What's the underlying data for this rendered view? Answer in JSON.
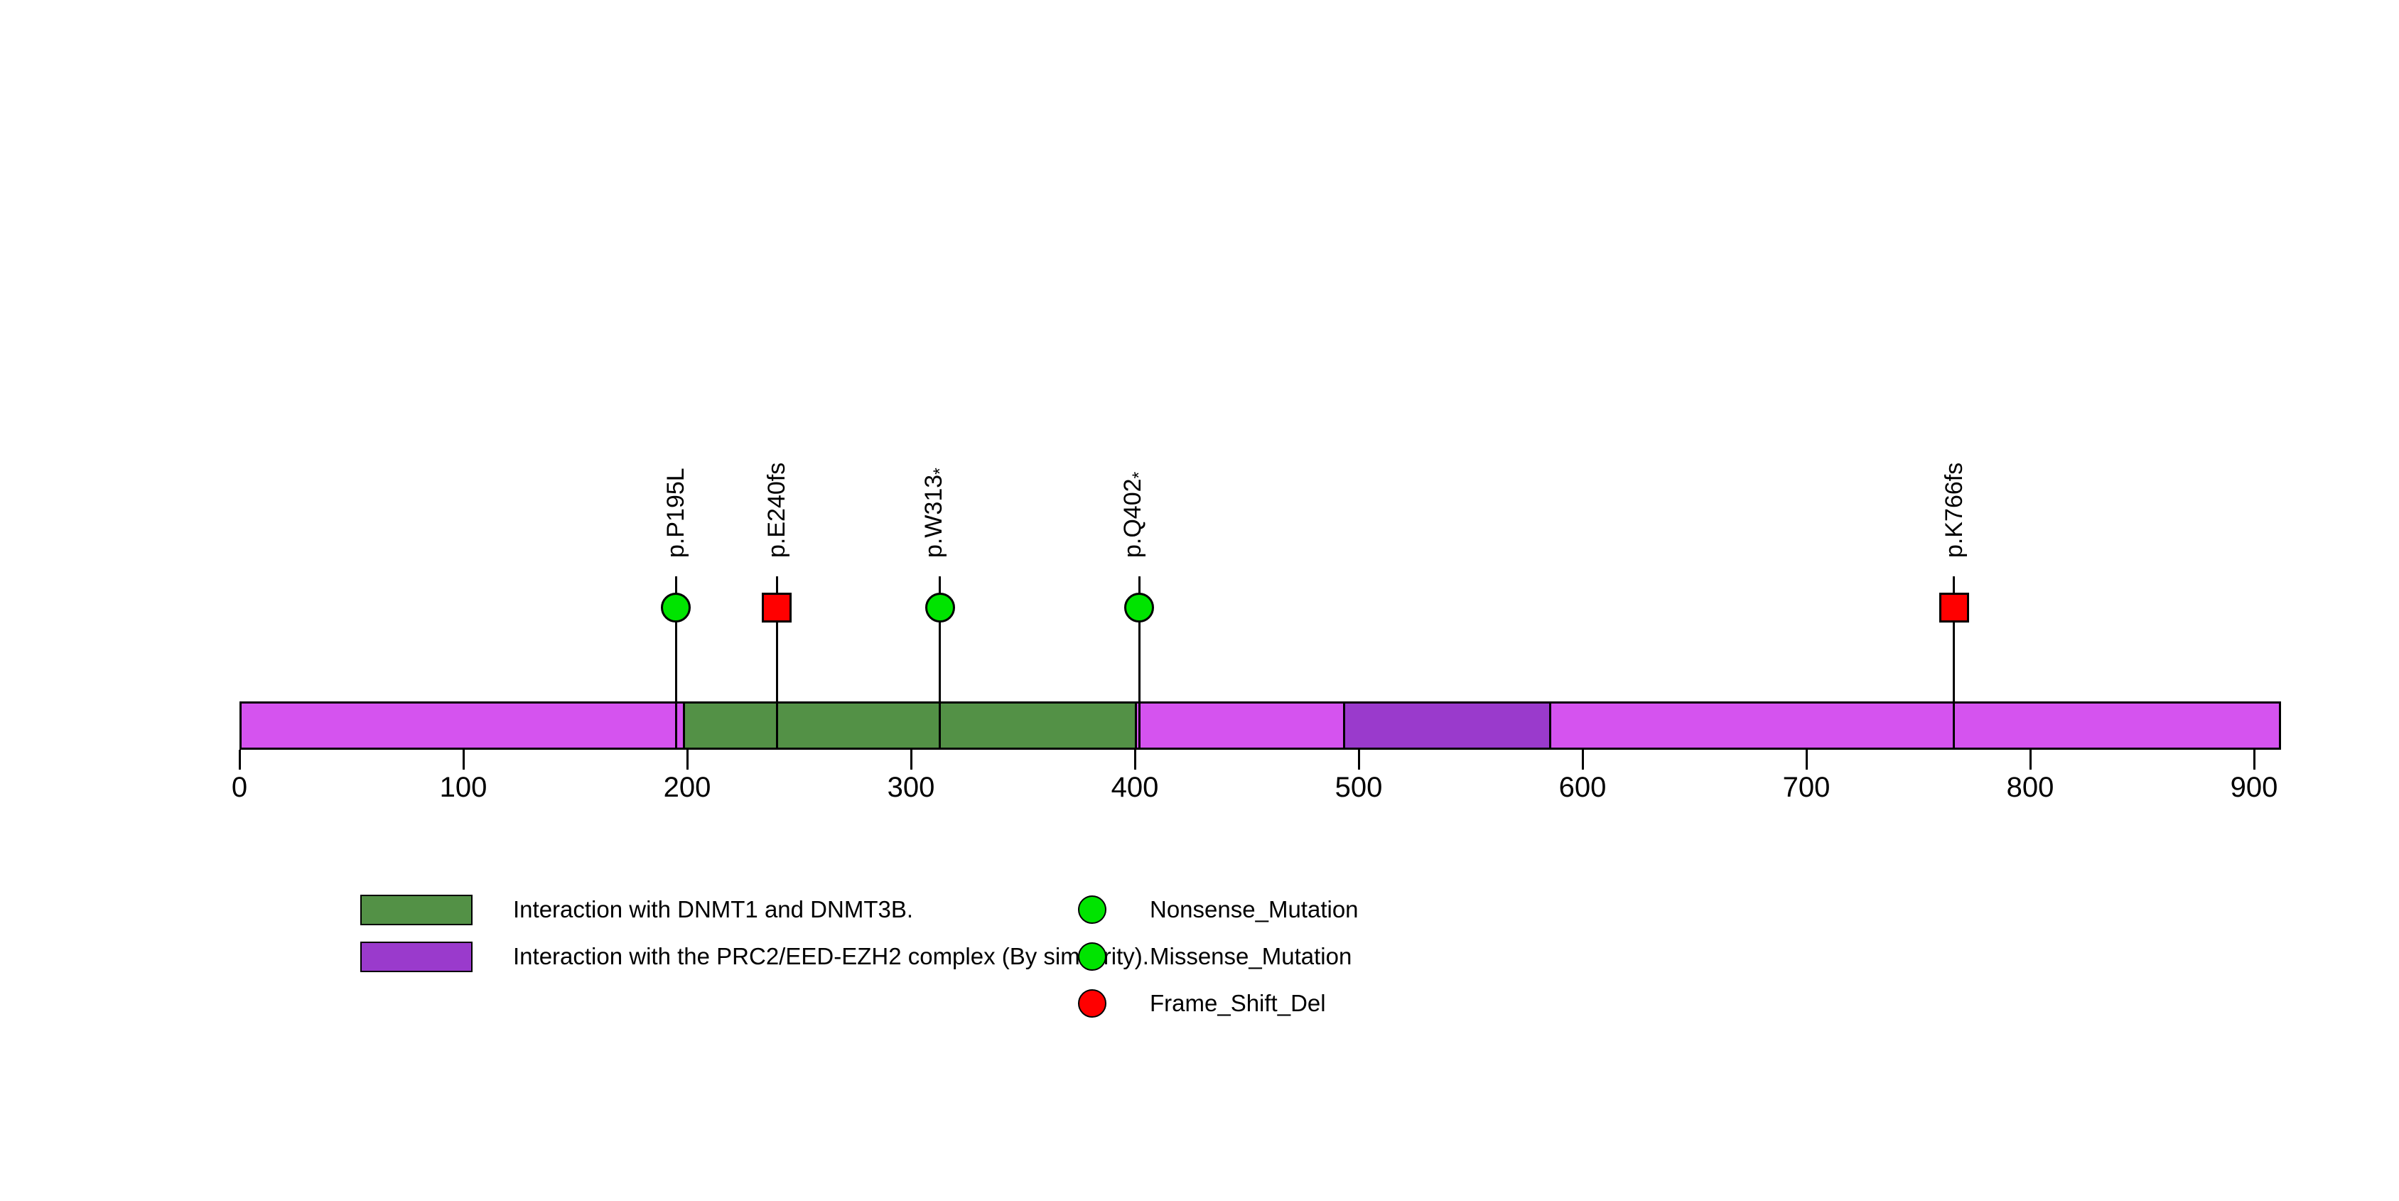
{
  "chart_data": {
    "type": "lollipop",
    "title": "",
    "xlabel": "",
    "ylabel": "",
    "background_color": "#ffffff",
    "text_color": "#000000",
    "protein": {
      "length": 912,
      "bar_color": "#d553ef",
      "border_color": "#000000"
    },
    "x_axis": {
      "min": 0,
      "max": 912,
      "ticks": [
        0,
        100,
        200,
        300,
        400,
        500,
        600,
        700,
        800,
        900
      ],
      "grid": false
    },
    "domains": [
      {
        "label": "Interaction with DNMT1 and DNMT3B.",
        "start": 198,
        "end": 401,
        "color": "#539146"
      },
      {
        "label": "Interaction with the PRC2/EED-EZH2 complex (By similarity).",
        "start": 493,
        "end": 586,
        "color": "#9a3acc"
      }
    ],
    "mutations": [
      {
        "label": "p.P195L",
        "position": 195,
        "type": "Missense_Mutation",
        "shape": "circle",
        "color": "#00e400"
      },
      {
        "label": "p.E240fs",
        "position": 240,
        "type": "Frame_Shift_Del",
        "shape": "square",
        "color": "#ff0000"
      },
      {
        "label": "p.W313*",
        "position": 313,
        "type": "Nonsense_Mutation",
        "shape": "circle",
        "color": "#00e400"
      },
      {
        "label": "p.Q402*",
        "position": 402,
        "type": "Nonsense_Mutation",
        "shape": "circle",
        "color": "#00e400"
      },
      {
        "label": "p.K766fs",
        "position": 766,
        "type": "Frame_Shift_Del",
        "shape": "square",
        "color": "#ff0000"
      }
    ],
    "legend": {
      "domain_entries": [
        {
          "label": "Interaction with DNMT1 and DNMT3B.",
          "color": "#539146"
        },
        {
          "label": "Interaction with the PRC2/EED-EZH2 complex (By similarity).",
          "color": "#9a3acc"
        }
      ],
      "mutation_entries": [
        {
          "label": "Nonsense_Mutation",
          "color": "#00e400",
          "shape": "circle"
        },
        {
          "label": "Missense_Mutation",
          "color": "#00e400",
          "shape": "circle"
        },
        {
          "label": "Frame_Shift_Del",
          "color": "#ff0000",
          "shape": "circle"
        }
      ],
      "legend_position": "bottom"
    }
  }
}
